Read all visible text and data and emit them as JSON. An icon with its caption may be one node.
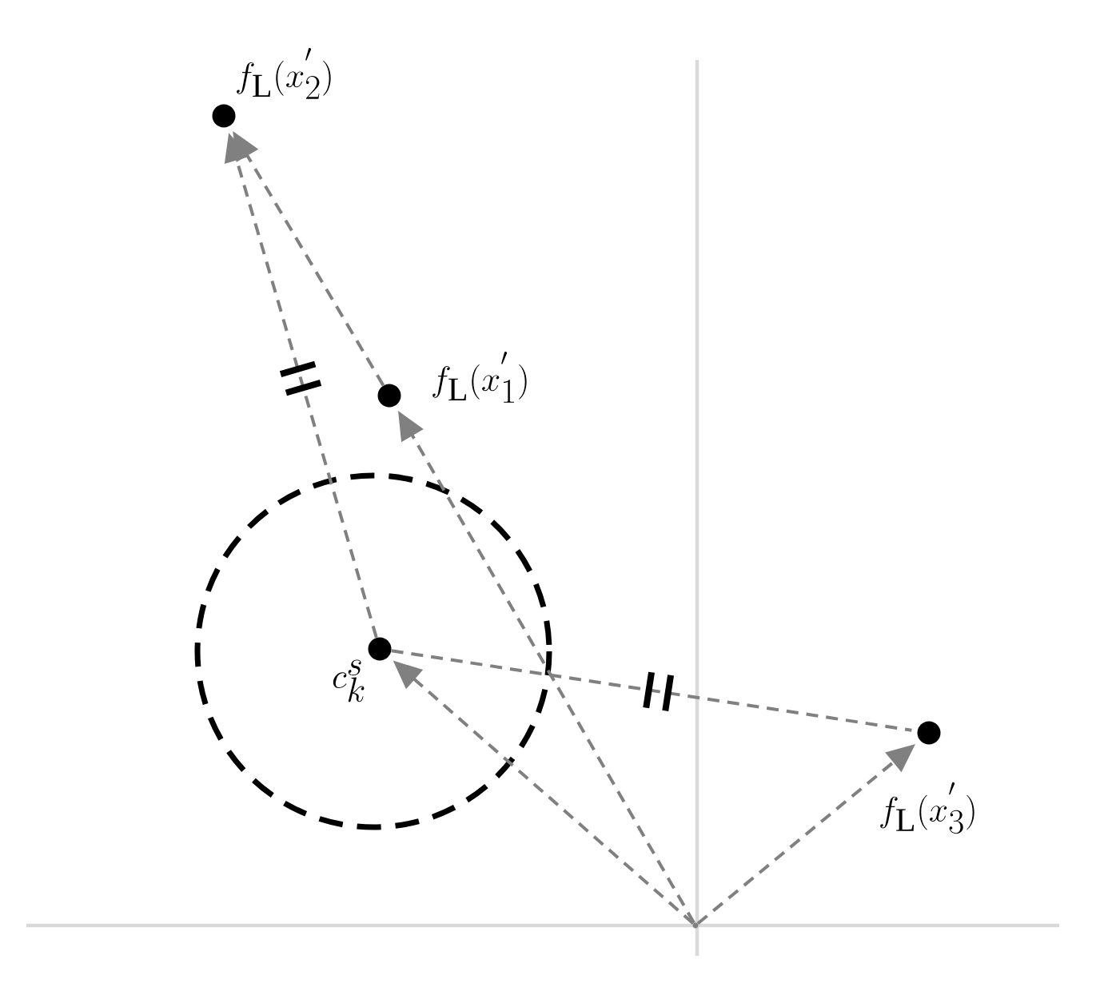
{
  "diagram": {
    "nodes": [
      {
        "text": [],
        "shape": "circle",
        "beside": [
          "f_{\\mathrm{L}}(x_{2}^{'})"
        ]
      },
      {
        "text": [],
        "shape": "circle",
        "beside": [
          "f_{\\mathrm{L}}(x_{1}^{'})"
        ]
      },
      {
        "text": [],
        "shape": "circle",
        "beside": [
          "c_{k}^{s}"
        ]
      },
      {
        "text": [],
        "shape": "circle",
        "beside": [
          "f_{\\mathrm{L}}(x_{3}^{'})"
        ]
      },
      {
        "text": [],
        "shape": "point"
      }
    ],
    "edges": [
      {
        "from": 4,
        "to": 1,
        "arrow": "to"
      },
      {
        "from": 1,
        "to": 0,
        "arrow": "to"
      },
      {
        "from": 2,
        "to": 0,
        "arrow": "to"
      },
      {
        "from": 4,
        "to": 2,
        "arrow": "to"
      },
      {
        "from": 4,
        "to": 3,
        "arrow": "to"
      },
      {
        "from": 2,
        "to": 3,
        "arrow": "none"
      }
    ]
  }
}
